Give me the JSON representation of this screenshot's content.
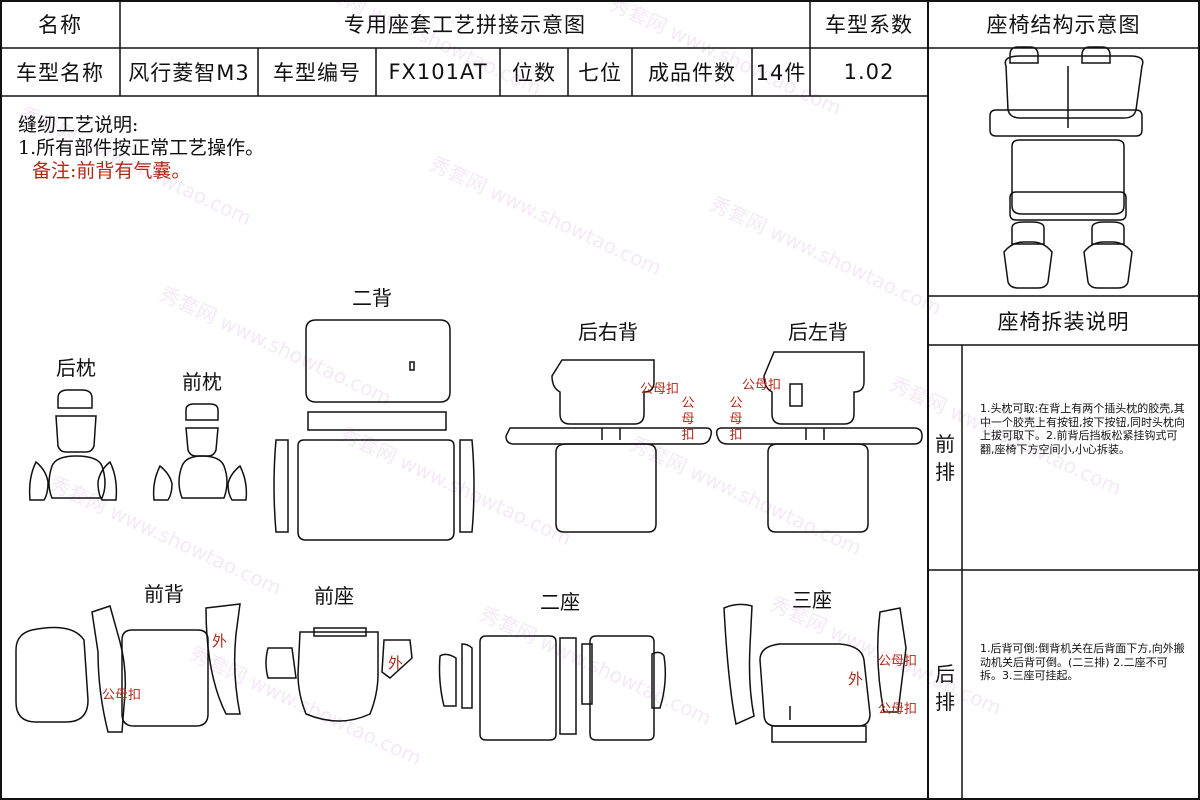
{
  "header": {
    "name_label": "名称",
    "title": "专用座套工艺拼接示意图",
    "coef_label": "车型系数",
    "structure_title": "座椅结构示意图",
    "model_name_label": "车型名称",
    "model_name": "风行菱智M3",
    "model_code_label": "车型编号",
    "model_code": "FX101AT",
    "seats_label": "位数",
    "seats": "七位",
    "pieces_label": "成品件数",
    "pieces": "14件",
    "coef": "1.02"
  },
  "notes": {
    "title": "缝纫工艺说明:",
    "line1": "1.所有部件按正常工艺操作。",
    "remark": "备注:前背有气囊。"
  },
  "pieces": {
    "rear_headrest": "后枕",
    "front_headrest": "前枕",
    "second_back": "二背",
    "rear_right_back": "后右背",
    "rear_left_back": "后左背",
    "front_back": "前背",
    "front_seat": "前座",
    "second_seat": "二座",
    "third_seat": "三座"
  },
  "marks": {
    "snap": "公母扣",
    "outside": "外"
  },
  "disassembly": {
    "title": "座椅拆装说明",
    "front_row_label": "前排",
    "front_row_text": "1.头枕可取:在背上有两个插头枕的胶壳,其中一个胶壳上有按钮,按下按钮,同时头枕向上拔可取下。2.前背后挡板松紧挂钩式可翻,座椅下方空间小,小心拆装。",
    "rear_row_label": "后排",
    "rear_row_text": "1.后背可倒:倒背机关在后背面下方,向外搬动机关后背可倒。(二三排) 2.二座不可拆。3.三座可挂起。"
  },
  "watermark": {
    "brand": "秀套网",
    "site": "www.showtao.com"
  },
  "colors": {
    "accent_red": "#b02a1a",
    "line": "#111111"
  }
}
